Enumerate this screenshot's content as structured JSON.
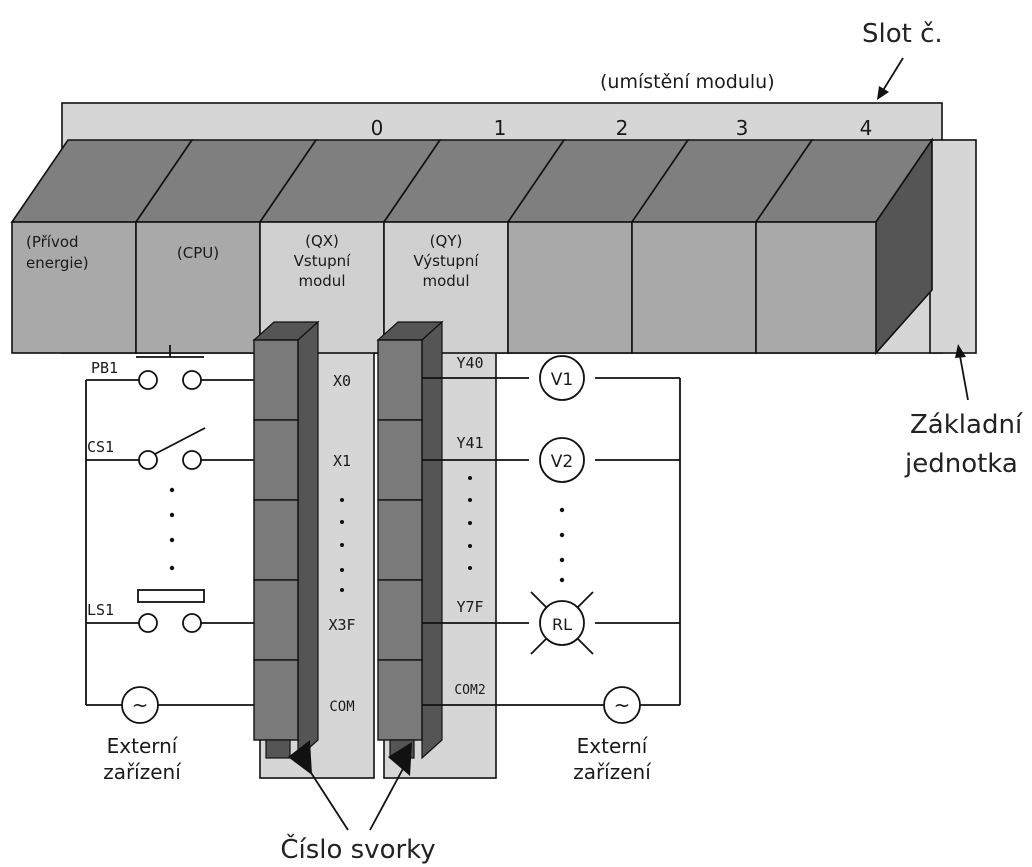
{
  "title_slot": "Slot č.",
  "subtitle_slot": "(umístění modulu)",
  "slot_numbers": [
    "0",
    "1",
    "2",
    "3",
    "4"
  ],
  "modules": {
    "power": [
      "(Přívod",
      "energie)"
    ],
    "cpu": [
      "(CPU)"
    ],
    "input": [
      "(QX)",
      "Vstupní",
      "modul"
    ],
    "output": [
      "(QY)",
      "Výstupní",
      "modul"
    ]
  },
  "base_unit": [
    "Základní",
    "jednotka"
  ],
  "terminal_number": "Číslo svorky",
  "external_left": [
    "Externí",
    "zařízení"
  ],
  "external_right": [
    "Externí",
    "zařízení"
  ],
  "input_devices": [
    "PB1",
    "CS1",
    "LS1"
  ],
  "input_terminals": [
    "X0",
    "X1",
    "X3F",
    "COM"
  ],
  "output_terminals": [
    "Y40",
    "Y41",
    "Y7F",
    "COM2"
  ],
  "output_devices": [
    "V1",
    "V2",
    "RL"
  ],
  "ac_symbol": "~"
}
